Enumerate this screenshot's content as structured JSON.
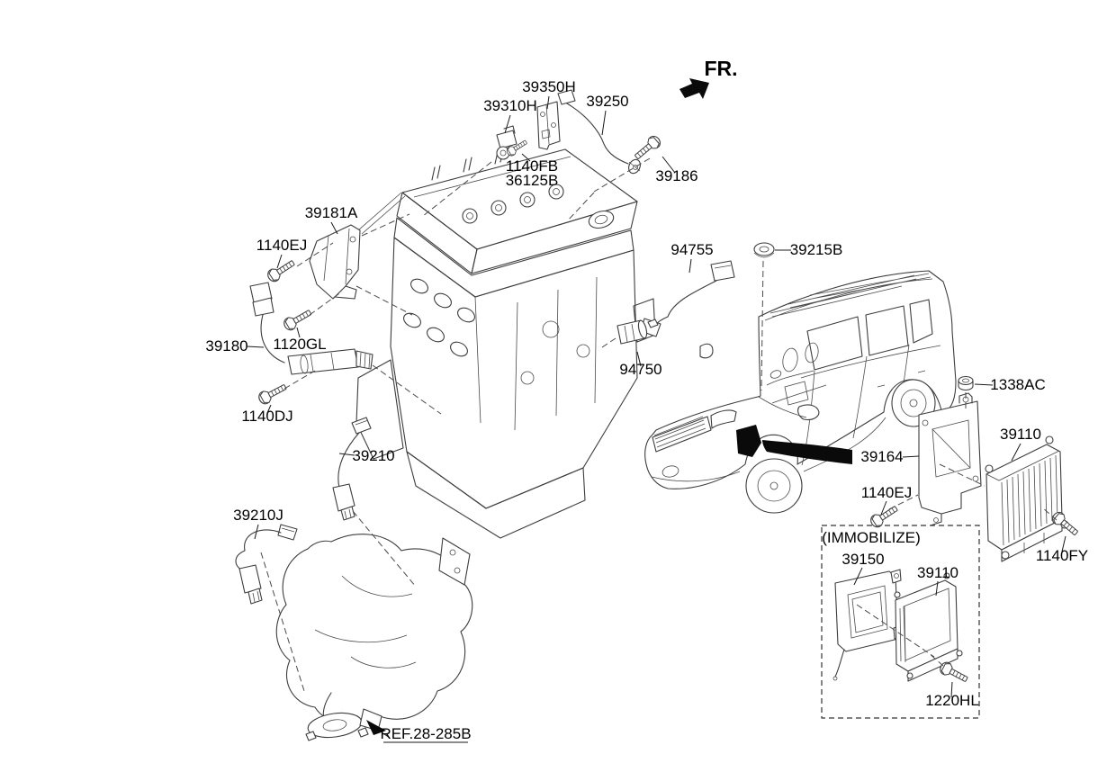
{
  "direction": {
    "label": "FR."
  },
  "reference": {
    "label": "REF.28-285B"
  },
  "immobilizer": {
    "caption": "(IMMOBILIZE)"
  },
  "labels": {
    "p39350h": "39350H",
    "p39310h": "39310H",
    "p39250": "39250",
    "p1140fb": "1140FB",
    "p36125b": "36125B",
    "p39186": "39186",
    "p39181a": "39181A",
    "p1140ej_shield": "1140EJ",
    "p1120gl": "1120GL",
    "p39180": "39180",
    "p1140dj": "1140DJ",
    "p39210": "39210",
    "p39210j": "39210J",
    "p94755": "94755",
    "p39215b": "39215B",
    "p94750": "94750",
    "p1338ac": "1338AC",
    "p39110_ecm": "39110",
    "p39164": "39164",
    "p1140ej_ecm": "1140EJ",
    "p1140fy": "1140FY",
    "p39150": "39150",
    "p39110_immo": "39110",
    "p1220hl": "1220HL"
  },
  "icons": {
    "fr-direction-arrow": "thick-northeast-arrow",
    "ref-callout-arrow": "filled-up-left-arrowhead",
    "hood-location-marker": "black-swoosh-pointer"
  },
  "colors": {
    "background": "#ffffff",
    "line_art": "#3d3d3d",
    "text": "#000000",
    "highlight_fill": "#0a0a0a"
  }
}
